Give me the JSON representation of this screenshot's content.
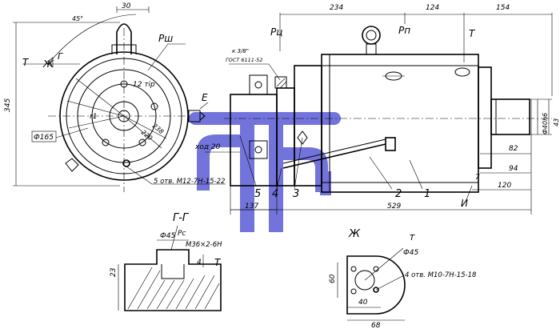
{
  "watermark": {
    "color": "#5b5bd6"
  },
  "front_view": {
    "dim_top": "30",
    "angle": "45°",
    "dim_height": "345",
    "label_T": "Т",
    "label_ZH": "Ж",
    "label_G": "Г",
    "label_Rsh": "Рш",
    "label_12tip": "12 тір",
    "label_r1": "r1",
    "label_dia": "Ф165",
    "label_238": "238",
    "label_220": "220",
    "label_E": "Е",
    "holes": "5 отв. М12-7Н-15-22"
  },
  "side_view": {
    "dim_234": "234",
    "dim_124": "124",
    "dim_154": "154",
    "label_Pu": "Рц",
    "label_Pn": "Рп",
    "label_T": "Т",
    "thread": "к 3/8\"",
    "thread_std": "ГОСТ 6111-52",
    "dia1": "Ф40h6",
    "dia2": "43",
    "dim_82": "82",
    "dim_94": "94",
    "dim_120": "120",
    "dim_7": "7",
    "label_I": "И",
    "stroke": "ход 20",
    "dim_137": "137",
    "dim_529": "529",
    "parts": [
      "5",
      "4",
      "3",
      "2",
      "1"
    ]
  },
  "section_gg": {
    "title": "Г-Г",
    "label_pc": "Рс",
    "dia45": "Ф45",
    "thread": "М36×2-6Н",
    "dim_4": "4",
    "dim_23": "23",
    "label_T": "Т"
  },
  "view_zh": {
    "title": "Ж",
    "label_T": "Т",
    "dia45": "Ф45",
    "holes": "4 отв. М10-7Н-15-18",
    "dim_60": "60",
    "dim_40": "40",
    "dim_68": "68"
  }
}
